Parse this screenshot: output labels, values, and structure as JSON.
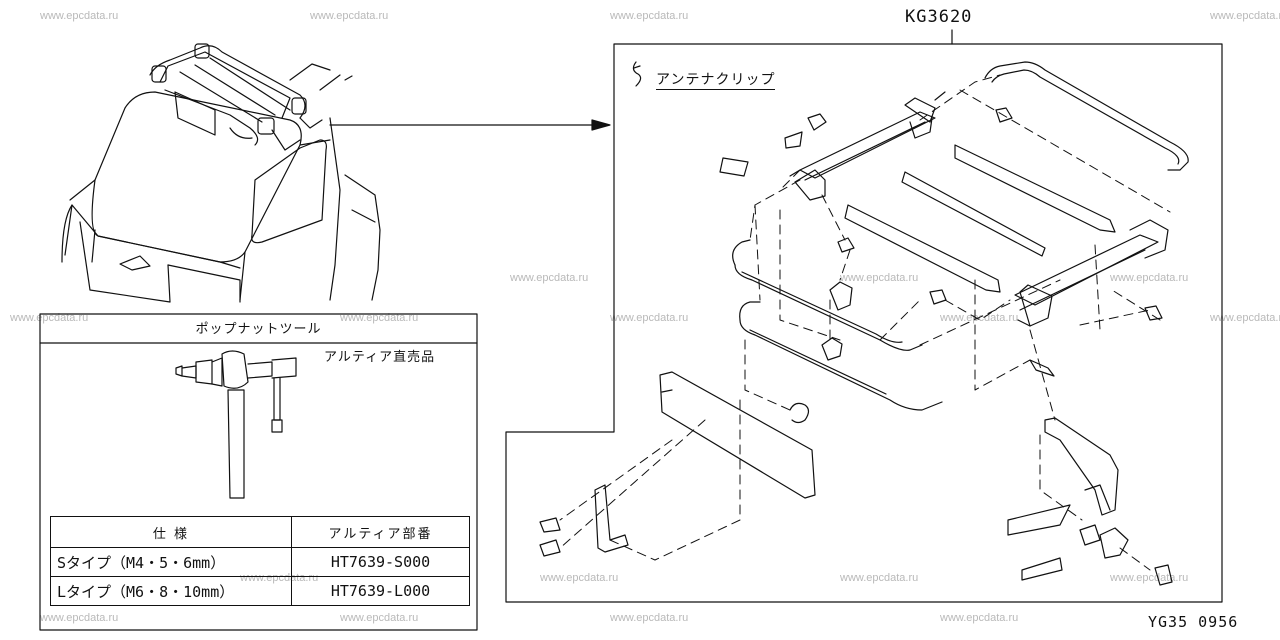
{
  "watermark": "www.epcdata.ru",
  "part_code": "KG3620",
  "callout": {
    "label": "アンテナクリップ"
  },
  "tool_box": {
    "title": "ポップナットツール",
    "note": "アルティア直売品",
    "table": {
      "headers": [
        "仕 様",
        "アルティア部番"
      ],
      "rows": [
        [
          "Sタイプ（M4・5・6mm）",
          "HT7639-S000"
        ],
        [
          "Lタイプ（M6・8・10mm）",
          "HT7639-L000"
        ]
      ]
    }
  },
  "figure_number": "YG35 0956"
}
